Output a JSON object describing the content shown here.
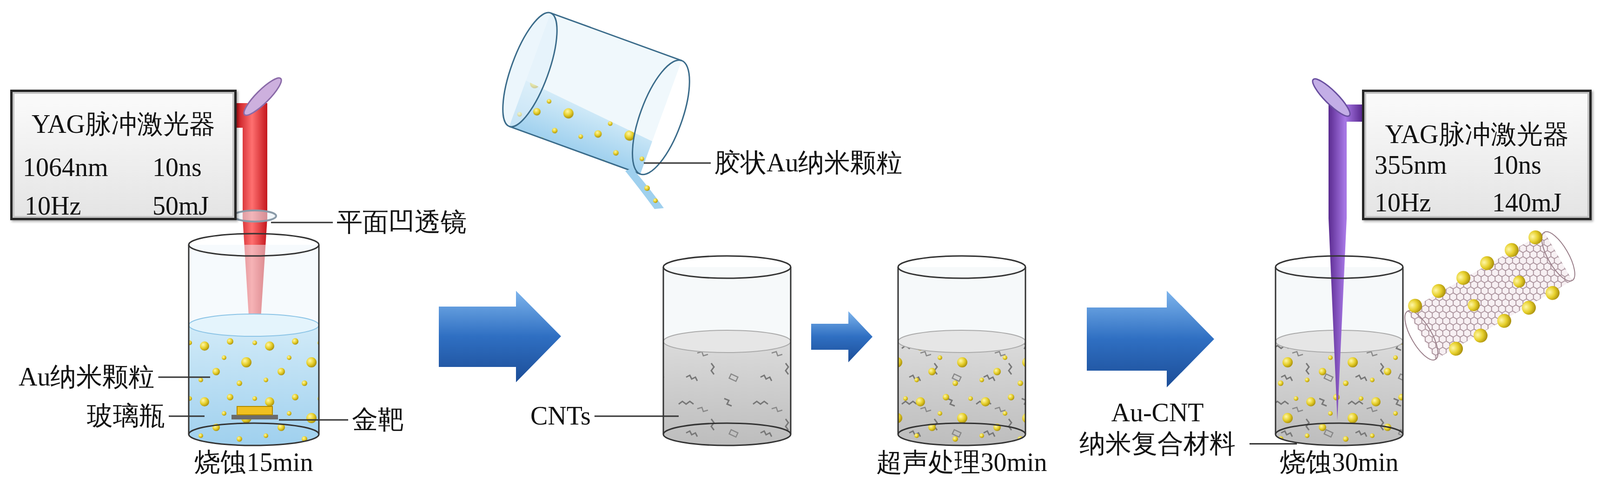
{
  "diagram": {
    "nodes": [
      {
        "text": [
          "YAG脉冲激光器",
          "1064nm",
          "10ns",
          "10Hz",
          "50mJ"
        ]
      },
      {
        "text": [
          "YAG脉冲激光器",
          "355nm",
          "10ns",
          "10Hz",
          "140mJ"
        ]
      }
    ],
    "labels": [
      "平面凹透镜",
      "Au纳米颗粒",
      "玻璃瓶",
      "金靶",
      "烧蚀15min",
      "胶状Au纳米颗粒",
      "CNTs",
      "超声处理30min",
      "Au-CNT 纳米复合材料",
      "烧蚀30min"
    ]
  }
}
